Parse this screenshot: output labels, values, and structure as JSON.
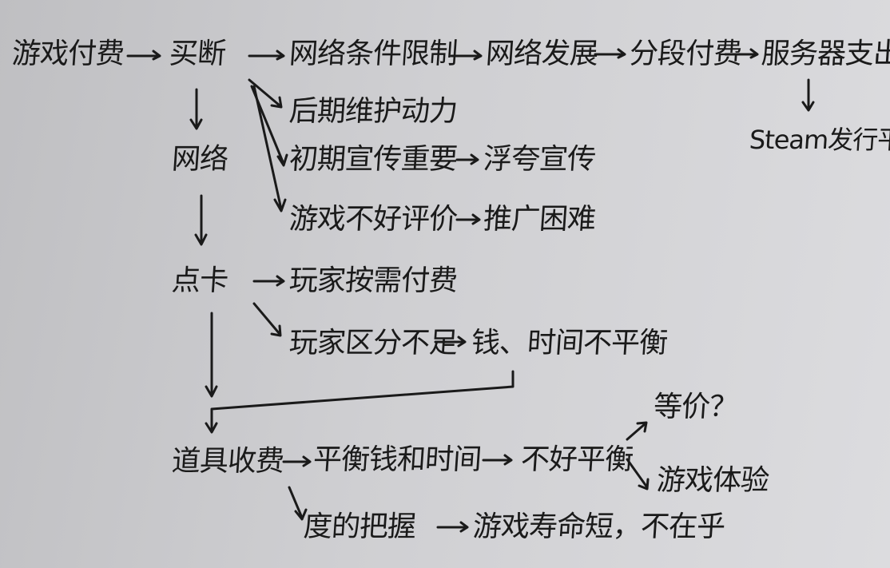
{
  "nodes": {
    "game_payment": "游戏付费",
    "buyout": "买断",
    "network_limits": "网络条件限制",
    "network_development": "网络发展",
    "segmented_payment": "分段付费",
    "server_cost": "服务器支出",
    "steam_platform": "Steam发行平台",
    "later_maintenance": "后期维护动力",
    "early_promotion": "初期宣传重要",
    "exaggerated_promotion": "浮夸宣传",
    "bad_reviews": "游戏不好评价",
    "hard_to_promote": "推广困难",
    "network": "网络",
    "point_card": "点卡",
    "pay_on_demand": "玩家按需付费",
    "insufficient_distinction": "玩家区分不足",
    "money_time_imbalance": "钱、时间不平衡",
    "item_charges": "道具收费",
    "balance_money_time": "平衡钱和时间",
    "hard_to_balance": "不好平衡",
    "equivalence": "等价？",
    "game_experience": "游戏体验",
    "grasp_of_degree": "度的把握",
    "short_lifespan": "游戏寿命短，不在乎"
  }
}
